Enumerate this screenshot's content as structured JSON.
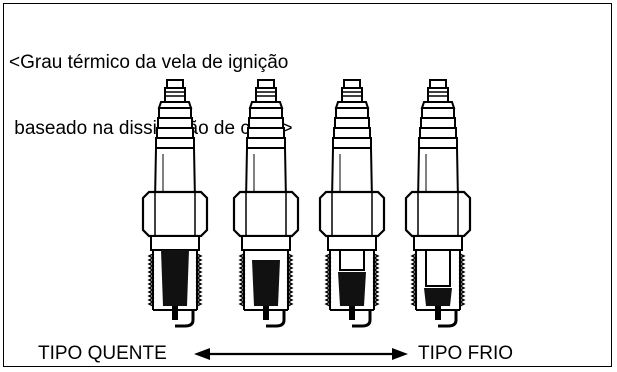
{
  "title": {
    "line1": "<Grau térmico da vela de ignição",
    "line2": " baseado na dissipação de calor>"
  },
  "labels": {
    "hot": "TIPO QUENTE",
    "cold": "TIPO FRIO"
  },
  "spark_plugs": [
    {
      "name": "plug-1",
      "insulator_tip": "longest"
    },
    {
      "name": "plug-2",
      "insulator_tip": "long"
    },
    {
      "name": "plug-3",
      "insulator_tip": "short"
    },
    {
      "name": "plug-4",
      "insulator_tip": "shortest"
    }
  ],
  "colors": {
    "line": "#000000",
    "background": "#ffffff"
  }
}
